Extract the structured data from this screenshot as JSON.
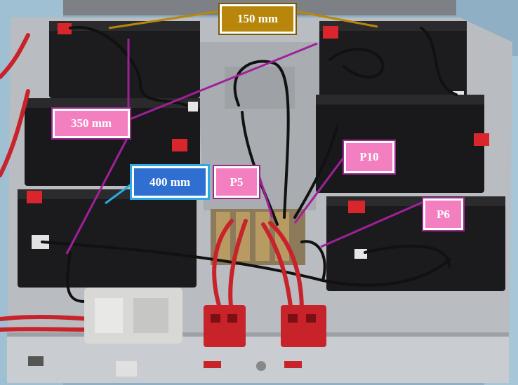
{
  "annotations": {
    "length_150": "150 mm",
    "length_350": "350 mm",
    "length_400": "400 mm",
    "point_p5": "P5",
    "point_p10": "P10",
    "point_p6": "P6"
  },
  "colors": {
    "callout_pink": "#f37fc0",
    "callout_gold": "#b8860b",
    "callout_blue": "#2f6fd1",
    "leader_purple": "#a0209a",
    "leader_gold": "#b8860b",
    "leader_cyan": "#2aa9e6",
    "battery_black": "#1c1c1e",
    "terminal_red": "#d8262c",
    "connector_red": "#c8232b",
    "tray_grey": "#b9bcc0"
  }
}
